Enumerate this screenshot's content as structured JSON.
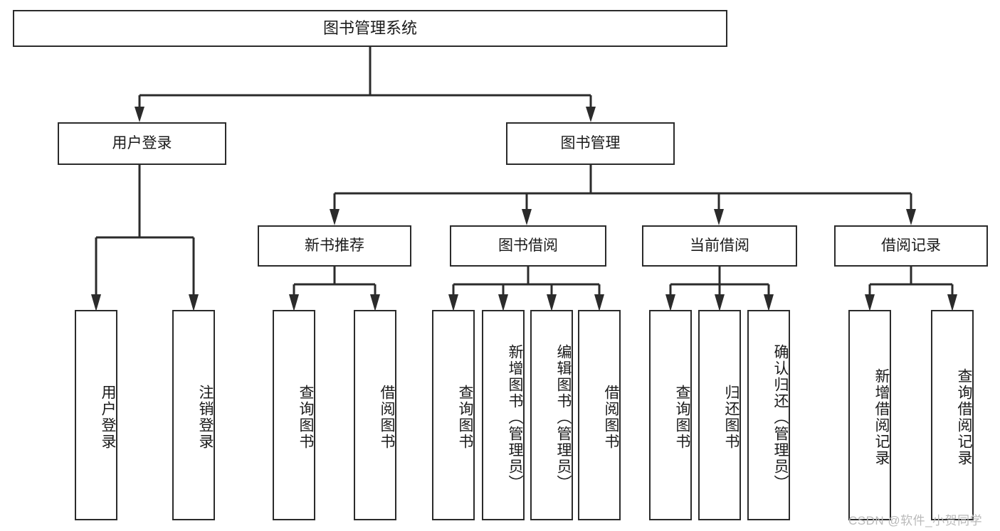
{
  "diagram": {
    "title": "图书管理系统",
    "type": "tree-hierarchy-chart",
    "root": {
      "label": "图书管理系统"
    },
    "level2": [
      {
        "label": "用户登录"
      },
      {
        "label": "图书管理"
      }
    ],
    "level3": [
      {
        "label": "新书推荐"
      },
      {
        "label": "图书借阅"
      },
      {
        "label": "当前借阅"
      },
      {
        "label": "借阅记录"
      }
    ],
    "leaves": {
      "user_login": [
        {
          "label": "用户登录"
        },
        {
          "label": "注销登录"
        }
      ],
      "new_book_recommend": [
        {
          "label": "查询图书"
        },
        {
          "label": "借阅图书"
        }
      ],
      "book_borrow": [
        {
          "label": "查询图书"
        },
        {
          "label": "新增图书（管理员）"
        },
        {
          "label": "编辑图书（管理员）"
        },
        {
          "label": "借阅图书"
        }
      ],
      "current_borrow": [
        {
          "label": "查询图书"
        },
        {
          "label": "归还图书"
        },
        {
          "label": "确认归还（管理员）"
        }
      ],
      "borrow_record": [
        {
          "label": "新增借阅记录"
        },
        {
          "label": "查询借阅记录"
        }
      ]
    }
  },
  "watermark": {
    "text": "CSDN @软件_小贺同学"
  },
  "colors": {
    "box_border": "#2b2b2b",
    "box_fill": "#ffffff",
    "line": "#2b2b2b",
    "text": "#1a1a1a",
    "watermark": "#b9b9b9",
    "background": "#ffffff"
  }
}
